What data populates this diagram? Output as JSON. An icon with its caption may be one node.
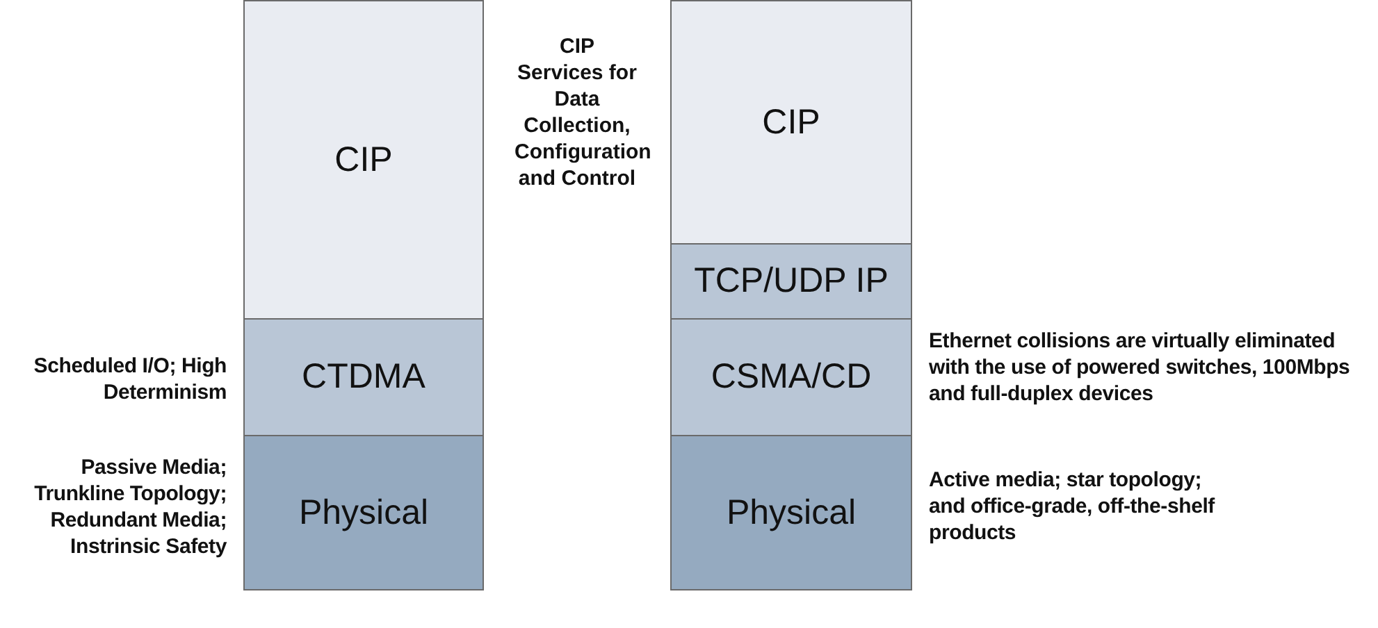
{
  "diagram": {
    "nodes": [
      {
        "text": [
          "CIP"
        ]
      },
      {
        "text": [
          "CTDMA"
        ],
        "beside": [
          "Scheduled I/O; High Determinism"
        ]
      },
      {
        "text": [
          "Physical"
        ],
        "beside": [
          "Passive Media; Trunkline Topology; Redundant Media; Instrinsic Safety"
        ]
      },
      {
        "text": [
          "CIP"
        ]
      },
      {
        "text": [
          "TCP/UDP IP"
        ]
      },
      {
        "text": [
          "CSMA/CD"
        ],
        "beside": [
          "Ethernet collisions are virtually eliminated with the use of powered switches, 100Mbps and full-duplex devices"
        ]
      },
      {
        "text": [
          "Physical"
        ],
        "beside": [
          "Active media; star topology; and office-grade, off-the-shelf products"
        ]
      }
    ],
    "edges": [],
    "labels": [
      "CIP Services for Data Collection, Configuration and Control"
    ]
  }
}
